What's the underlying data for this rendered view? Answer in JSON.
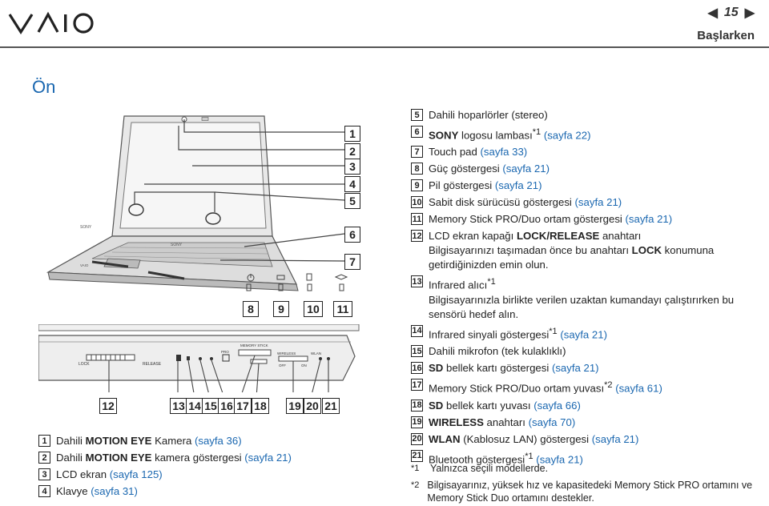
{
  "header": {
    "logo": "VAIO",
    "page_number": "15",
    "section": "Başlarken",
    "nav_prev": "◀",
    "nav_next": "▶"
  },
  "heading": "Ön",
  "laptop_callouts": [
    "1",
    "2",
    "3",
    "4",
    "5",
    "6",
    "7"
  ],
  "indicator_callouts": [
    "8",
    "9",
    "10",
    "11"
  ],
  "front_callouts": [
    "12",
    "13",
    "14",
    "15",
    "16",
    "17",
    "18",
    "19",
    "20",
    "21"
  ],
  "front_panel_labels": {
    "lock": "LOCK",
    "release": "RELEASE",
    "memory_stick": "MEMORY STICK",
    "pro": "PRO",
    "wireless": "WIRELESS",
    "wlan": "WLAN",
    "off": "OFF",
    "on": "ON"
  },
  "left_items": [
    {
      "num": "1",
      "pre": "Dahili ",
      "bold": "MOTION EYE",
      "post": " Kamera ",
      "link": "(sayfa 36)"
    },
    {
      "num": "2",
      "pre": "Dahili ",
      "bold": "MOTION EYE",
      "post": " kamera göstergesi ",
      "link": "(sayfa 21)"
    },
    {
      "num": "3",
      "pre": "LCD ekran ",
      "bold": "",
      "post": "",
      "link": "(sayfa 125)"
    },
    {
      "num": "4",
      "pre": "Klavye ",
      "bold": "",
      "post": "",
      "link": "(sayfa 31)"
    }
  ],
  "right_items": [
    {
      "num": "5",
      "text": "Dahili hoparlörler (stereo)"
    },
    {
      "num": "6",
      "bold": "SONY",
      "text": " logosu lambası",
      "sup": "*1",
      "link": " (sayfa 22)"
    },
    {
      "num": "7",
      "text": "Touch pad ",
      "link": "(sayfa 33)"
    },
    {
      "num": "8",
      "text": "Güç göstergesi ",
      "link": "(sayfa 21)"
    },
    {
      "num": "9",
      "text": "Pil göstergesi ",
      "link": "(sayfa 21)"
    },
    {
      "num": "10",
      "text": "Sabit disk sürücüsü göstergesi ",
      "link": "(sayfa 21)"
    },
    {
      "num": "11",
      "text": "Memory Stick PRO/Duo ortam göstergesi ",
      "link": "(sayfa 21)"
    },
    {
      "num": "12",
      "text": "LCD ekran kapağı ",
      "bold2": "LOCK/RELEASE",
      "text2": " anahtarı",
      "desc_pre": "Bilgisayarınızı taşımadan önce bu anahtarı ",
      "desc_bold": "LOCK",
      "desc_post": " konumuna getirdiğinizden emin olun."
    },
    {
      "num": "13",
      "text": "Infrared alıcı",
      "sup": "*1",
      "desc_pre": "Bilgisayarınızla birlikte verilen uzaktan kumandayı çalıştırırken bu sensörü hedef alın."
    },
    {
      "num": "14",
      "text": "Infrared sinyali göstergesi",
      "sup": "*1",
      "link": " (sayfa 21)"
    },
    {
      "num": "15",
      "text": "Dahili mikrofon (tek kulaklıklı)"
    },
    {
      "num": "16",
      "bold": "SD",
      "text": " bellek kartı göstergesi ",
      "link": "(sayfa 21)"
    },
    {
      "num": "17",
      "text": "Memory Stick PRO/Duo ortam yuvası",
      "sup": "*2",
      "link": " (sayfa 61)"
    },
    {
      "num": "18",
      "bold": "SD",
      "text": " bellek kartı yuvası ",
      "link": "(sayfa 66)"
    },
    {
      "num": "19",
      "bold": "WIRELESS",
      "text": " anahtarı ",
      "link": "(sayfa 70)"
    },
    {
      "num": "20",
      "bold": "WLAN",
      "text": " (Kablosuz LAN) göstergesi ",
      "link": "(sayfa 21)"
    },
    {
      "num": "21",
      "text": "Bluetooth göstergesi",
      "sup": "*1",
      "link": " (sayfa 21)"
    }
  ],
  "footnotes": [
    {
      "mark": "*1",
      "text": "Yalnızca seçili modellerde."
    },
    {
      "mark": "*2",
      "text": "Bilgisayarınız, yüksek hız ve kapasitedeki Memory Stick PRO ortamını ve Memory Stick Duo ortamını destekler."
    }
  ],
  "colors": {
    "accent": "#1a67b0",
    "callout_line": "#444"
  }
}
